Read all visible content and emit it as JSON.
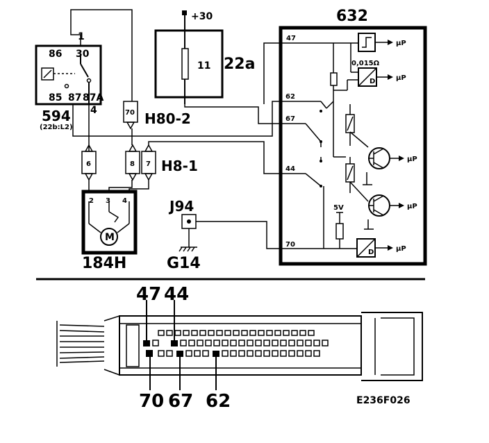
{
  "components": {
    "relay": {
      "id": "594",
      "note": "(22b:L2)",
      "pin_86": "86",
      "pin_30": "30",
      "pin_85": "85",
      "pin_87": "87",
      "pin_87a": "87A",
      "pin_1": "1",
      "pin_4": "4"
    },
    "fuse": {
      "id": "22a",
      "number": "11",
      "supply": "+30"
    },
    "ecu": {
      "id": "632",
      "pin_47": "47",
      "pin_62": "62",
      "pin_67": "67",
      "pin_44": "44",
      "pin_70": "70",
      "resistor": "0,015Ω",
      "supply_5v": "5V",
      "output": "μP"
    },
    "connector_h80": {
      "id": "H80-2",
      "pin": "70"
    },
    "connector_h8": {
      "id": "H8-1",
      "pins": [
        "6",
        "8",
        "7"
      ]
    },
    "motor": {
      "id": "184H",
      "pins": [
        "2",
        "3",
        "4"
      ],
      "symbol": "M"
    },
    "ground_point": {
      "id": "J94"
    },
    "ground": {
      "id": "G14"
    }
  },
  "connector_view": {
    "top_labels": [
      "47",
      "44"
    ],
    "bottom_labels": [
      "70",
      "67",
      "62"
    ]
  },
  "figure_code": "E236F026"
}
